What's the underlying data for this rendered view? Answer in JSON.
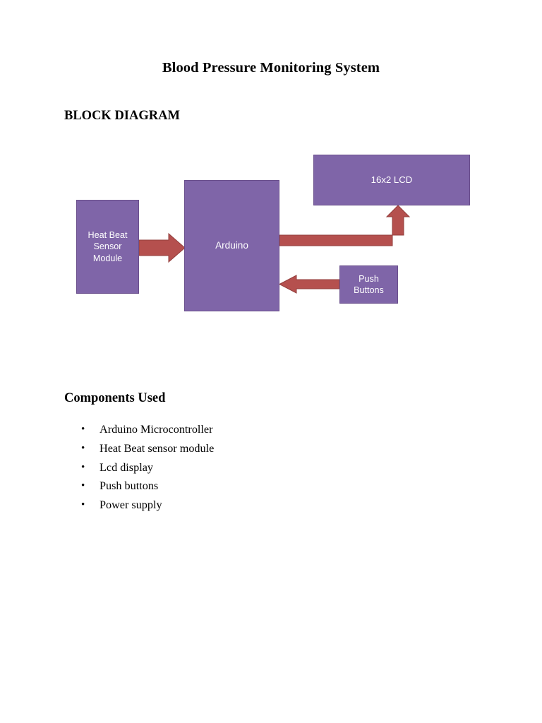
{
  "document": {
    "title": "Blood Pressure Monitoring System",
    "sections": {
      "block_diagram_heading": "BLOCK DIAGRAM",
      "components_heading": "Components Used"
    }
  },
  "diagram": {
    "colors": {
      "node_fill": "#7f65a8",
      "node_border": "#6a4f8c",
      "node_text": "#ffffff",
      "arrow_fill": "#b5504e",
      "arrow_border": "#933f3d",
      "page_background": "#ffffff"
    },
    "nodes": [
      {
        "id": "sensor",
        "label": "Heat Beat\nSensor\nModule",
        "label_lines": [
          "Heat Beat",
          "Sensor",
          "Module"
        ]
      },
      {
        "id": "arduino",
        "label": "Arduino",
        "label_lines": [
          "Arduino"
        ]
      },
      {
        "id": "lcd",
        "label": "16x2 LCD",
        "label_lines": [
          "16x2 LCD"
        ]
      },
      {
        "id": "buttons",
        "label": "Push\nButtons",
        "label_lines": [
          "Push",
          "Buttons"
        ]
      }
    ],
    "connectors": [
      {
        "id": "sensor-to-arduino",
        "from": "sensor",
        "to": "arduino",
        "shape": "straight-right",
        "direction": "right"
      },
      {
        "id": "arduino-to-lcd",
        "from": "arduino",
        "to": "lcd",
        "shape": "elbow-right-up",
        "direction": "up"
      },
      {
        "id": "buttons-to-arduino",
        "from": "buttons",
        "to": "arduino",
        "shape": "straight-left",
        "direction": "left"
      }
    ]
  },
  "components_used": [
    {
      "bullet": "•",
      "label": "Arduino Microcontroller"
    },
    {
      "bullet": "•",
      "label": "Heat Beat sensor module"
    },
    {
      "bullet": "•",
      "label": "Lcd display"
    },
    {
      "bullet": "•",
      "label": "Push buttons"
    },
    {
      "bullet": "•",
      "label": "Power supply"
    }
  ]
}
